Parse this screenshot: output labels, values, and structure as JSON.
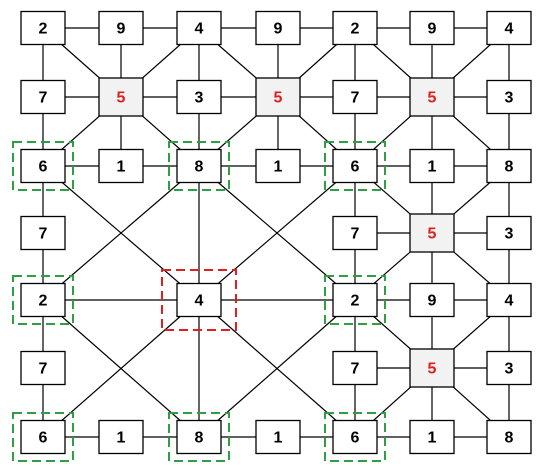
{
  "colors": {
    "number": "#000000",
    "highlight_number": "#e02020",
    "highlight_fill": "#f2f2f2",
    "green_frame": "#2ea043",
    "red_frame": "#e02020"
  },
  "nodes": [
    {
      "id": "n-0-0",
      "row": 0,
      "col": 0,
      "value": "2"
    },
    {
      "id": "n-0-1",
      "row": 0,
      "col": 1,
      "value": "9"
    },
    {
      "id": "n-0-2",
      "row": 0,
      "col": 2,
      "value": "4"
    },
    {
      "id": "n-0-3",
      "row": 0,
      "col": 3,
      "value": "9"
    },
    {
      "id": "n-0-4",
      "row": 0,
      "col": 4,
      "value": "2"
    },
    {
      "id": "n-0-5",
      "row": 0,
      "col": 5,
      "value": "9"
    },
    {
      "id": "n-0-6",
      "row": 0,
      "col": 6,
      "value": "4"
    },
    {
      "id": "n-1-0",
      "row": 1,
      "col": 0,
      "value": "7"
    },
    {
      "id": "n-1-1",
      "row": 1,
      "col": 1,
      "value": "5",
      "highlight": true
    },
    {
      "id": "n-1-2",
      "row": 1,
      "col": 2,
      "value": "3"
    },
    {
      "id": "n-1-3",
      "row": 1,
      "col": 3,
      "value": "5",
      "highlight": true
    },
    {
      "id": "n-1-4",
      "row": 1,
      "col": 4,
      "value": "7"
    },
    {
      "id": "n-1-5",
      "row": 1,
      "col": 5,
      "value": "5",
      "highlight": true
    },
    {
      "id": "n-1-6",
      "row": 1,
      "col": 6,
      "value": "3"
    },
    {
      "id": "n-2-0",
      "row": 2,
      "col": 0,
      "value": "6",
      "frame": "green"
    },
    {
      "id": "n-2-1",
      "row": 2,
      "col": 1,
      "value": "1"
    },
    {
      "id": "n-2-2",
      "row": 2,
      "col": 2,
      "value": "8",
      "frame": "green"
    },
    {
      "id": "n-2-3",
      "row": 2,
      "col": 3,
      "value": "1"
    },
    {
      "id": "n-2-4",
      "row": 2,
      "col": 4,
      "value": "6",
      "frame": "green"
    },
    {
      "id": "n-2-5",
      "row": 2,
      "col": 5,
      "value": "1"
    },
    {
      "id": "n-2-6",
      "row": 2,
      "col": 6,
      "value": "8"
    },
    {
      "id": "n-3-0",
      "row": 3,
      "col": 0,
      "value": "7"
    },
    {
      "id": "n-3-4",
      "row": 3,
      "col": 4,
      "value": "7"
    },
    {
      "id": "n-3-5",
      "row": 3,
      "col": 5,
      "value": "5",
      "highlight": true
    },
    {
      "id": "n-3-6",
      "row": 3,
      "col": 6,
      "value": "3"
    },
    {
      "id": "n-4-0",
      "row": 4,
      "col": 0,
      "value": "2",
      "frame": "green"
    },
    {
      "id": "n-4-2",
      "row": 4,
      "col": 2,
      "value": "4",
      "frame": "red"
    },
    {
      "id": "n-4-4",
      "row": 4,
      "col": 4,
      "value": "2",
      "frame": "green"
    },
    {
      "id": "n-4-5",
      "row": 4,
      "col": 5,
      "value": "9"
    },
    {
      "id": "n-4-6",
      "row": 4,
      "col": 6,
      "value": "4"
    },
    {
      "id": "n-5-0",
      "row": 5,
      "col": 0,
      "value": "7"
    },
    {
      "id": "n-5-4",
      "row": 5,
      "col": 4,
      "value": "7"
    },
    {
      "id": "n-5-5",
      "row": 5,
      "col": 5,
      "value": "5",
      "highlight": true
    },
    {
      "id": "n-5-6",
      "row": 5,
      "col": 6,
      "value": "3"
    },
    {
      "id": "n-6-0",
      "row": 6,
      "col": 0,
      "value": "6",
      "frame": "green"
    },
    {
      "id": "n-6-1",
      "row": 6,
      "col": 1,
      "value": "1"
    },
    {
      "id": "n-6-2",
      "row": 6,
      "col": 2,
      "value": "8",
      "frame": "green"
    },
    {
      "id": "n-6-3",
      "row": 6,
      "col": 3,
      "value": "1"
    },
    {
      "id": "n-6-4",
      "row": 6,
      "col": 4,
      "value": "6",
      "frame": "green"
    },
    {
      "id": "n-6-5",
      "row": 6,
      "col": 5,
      "value": "1"
    },
    {
      "id": "n-6-6",
      "row": 6,
      "col": 6,
      "value": "8"
    }
  ],
  "edges": [
    [
      "0,0",
      "0,1"
    ],
    [
      "0,1",
      "0,2"
    ],
    [
      "0,2",
      "0,3"
    ],
    [
      "0,3",
      "0,4"
    ],
    [
      "0,4",
      "0,5"
    ],
    [
      "0,5",
      "0,6"
    ],
    [
      "0,0",
      "1,0"
    ],
    [
      "1,0",
      "2,0"
    ],
    [
      "0,2",
      "1,2"
    ],
    [
      "1,2",
      "2,2"
    ],
    [
      "0,4",
      "1,4"
    ],
    [
      "1,4",
      "2,4"
    ],
    [
      "0,6",
      "1,6"
    ],
    [
      "1,6",
      "2,6"
    ],
    [
      "1,0",
      "1,1"
    ],
    [
      "1,1",
      "1,2"
    ],
    [
      "1,2",
      "1,3"
    ],
    [
      "1,3",
      "1,4"
    ],
    [
      "1,4",
      "1,5"
    ],
    [
      "1,5",
      "1,6"
    ],
    [
      "0,1",
      "1,1"
    ],
    [
      "1,1",
      "2,1"
    ],
    [
      "0,3",
      "1,3"
    ],
    [
      "1,3",
      "2,3"
    ],
    [
      "0,5",
      "1,5"
    ],
    [
      "1,5",
      "2,5"
    ],
    [
      "0,0",
      "1,1"
    ],
    [
      "0,2",
      "1,1"
    ],
    [
      "2,0",
      "1,1"
    ],
    [
      "2,2",
      "1,1"
    ],
    [
      "0,2",
      "1,3"
    ],
    [
      "0,4",
      "1,3"
    ],
    [
      "2,2",
      "1,3"
    ],
    [
      "2,4",
      "1,3"
    ],
    [
      "0,4",
      "1,5"
    ],
    [
      "0,6",
      "1,5"
    ],
    [
      "2,4",
      "1,5"
    ],
    [
      "2,6",
      "1,5"
    ],
    [
      "2,0",
      "2,1"
    ],
    [
      "2,1",
      "2,2"
    ],
    [
      "2,2",
      "2,3"
    ],
    [
      "2,3",
      "2,4"
    ],
    [
      "2,4",
      "2,5"
    ],
    [
      "2,5",
      "2,6"
    ],
    [
      "2,0",
      "3,0"
    ],
    [
      "3,0",
      "4,0"
    ],
    [
      "4,0",
      "5,0"
    ],
    [
      "5,0",
      "6,0"
    ],
    [
      "2,4",
      "3,4"
    ],
    [
      "3,4",
      "4,4"
    ],
    [
      "4,4",
      "5,4"
    ],
    [
      "5,4",
      "6,4"
    ],
    [
      "2,6",
      "3,6"
    ],
    [
      "3,6",
      "4,6"
    ],
    [
      "4,6",
      "5,6"
    ],
    [
      "5,6",
      "6,6"
    ],
    [
      "2,2",
      "4,2"
    ],
    [
      "4,2",
      "6,2"
    ],
    [
      "2,5",
      "3,5"
    ],
    [
      "3,5",
      "4,5"
    ],
    [
      "4,5",
      "5,5"
    ],
    [
      "5,5",
      "6,5"
    ],
    [
      "3,4",
      "3,5"
    ],
    [
      "3,5",
      "3,6"
    ],
    [
      "4,4",
      "4,5"
    ],
    [
      "4,5",
      "4,6"
    ],
    [
      "5,4",
      "5,5"
    ],
    [
      "5,5",
      "5,6"
    ],
    [
      "2,4",
      "3,5"
    ],
    [
      "2,6",
      "3,5"
    ],
    [
      "4,4",
      "3,5"
    ],
    [
      "4,6",
      "3,5"
    ],
    [
      "4,4",
      "5,5"
    ],
    [
      "4,6",
      "5,5"
    ],
    [
      "6,4",
      "5,5"
    ],
    [
      "6,6",
      "5,5"
    ],
    [
      "4,0",
      "4,2"
    ],
    [
      "4,2",
      "4,4"
    ],
    [
      "2,0",
      "4,2"
    ],
    [
      "6,0",
      "4,2"
    ],
    [
      "2,4",
      "4,2"
    ],
    [
      "6,4",
      "4,2"
    ],
    [
      "2,2",
      "4,0"
    ],
    [
      "4,0",
      "6,2"
    ],
    [
      "2,2",
      "4,4"
    ],
    [
      "4,4",
      "6,2"
    ],
    [
      "6,0",
      "6,1"
    ],
    [
      "6,1",
      "6,2"
    ],
    [
      "6,2",
      "6,3"
    ],
    [
      "6,3",
      "6,4"
    ],
    [
      "6,4",
      "6,5"
    ],
    [
      "6,5",
      "6,6"
    ]
  ]
}
